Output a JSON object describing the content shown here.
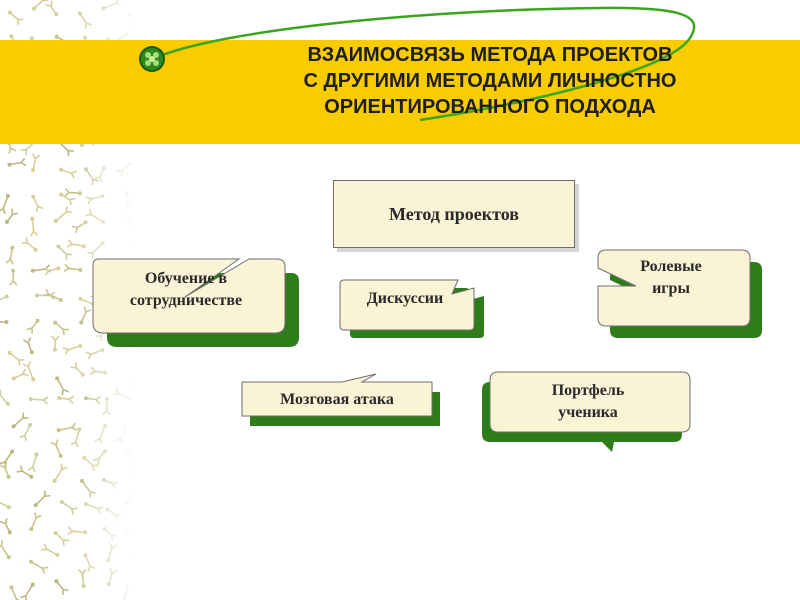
{
  "title": {
    "lines": [
      "ВЗАИМОСВЯЗЬ МЕТОДА ПРОЕКТОВ",
      "С ДРУГИМИ МЕТОДАМИ ЛИЧНОСТНО",
      "ОРИЕНТИРОВАННОГО ПОДХОДА"
    ]
  },
  "central_node": {
    "label": "Метод проектов"
  },
  "methods": [
    {
      "id": "cooperation",
      "lines": [
        "Обучение в",
        "сотрудничестве"
      ]
    },
    {
      "id": "discussion",
      "lines": [
        "Дискуссии"
      ]
    },
    {
      "id": "role-games",
      "lines": [
        "Ролевые",
        "игры"
      ]
    },
    {
      "id": "brainstorm",
      "lines": [
        "Мозговая атака"
      ]
    },
    {
      "id": "portfolio",
      "lines": [
        "Портфель",
        "ученика"
      ]
    }
  ],
  "colors": {
    "band": "#f9cc00",
    "box_fill": "#fbf3d6",
    "shadow_green": "#2e7d1a",
    "orbit_line": "#3aa51f"
  }
}
